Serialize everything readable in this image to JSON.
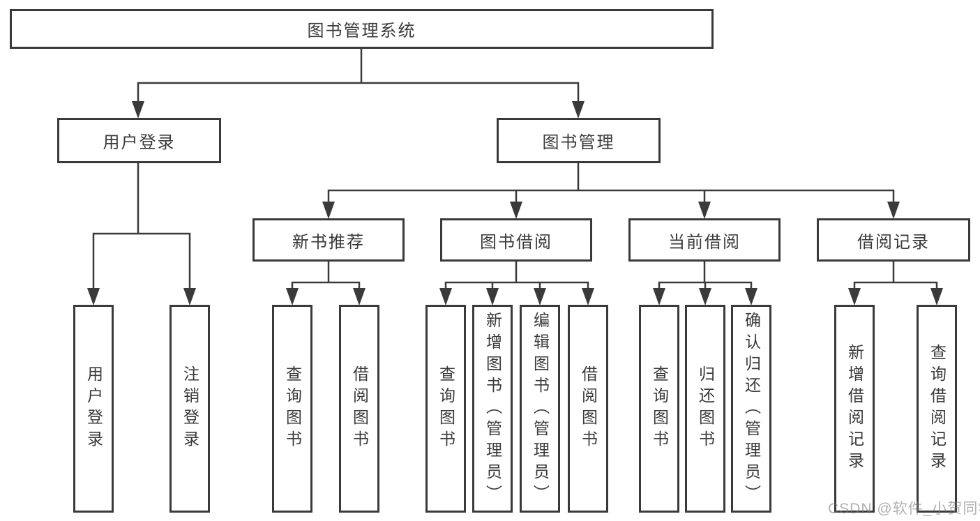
{
  "watermark": {
    "text": "CSDN @软件_小贺同学"
  },
  "colors": {
    "line": "#3a3a3a",
    "text": "#3a3a3a",
    "background": "#ffffff",
    "watermark": "#7d7d7d"
  },
  "tree": {
    "root": {
      "label": "图书管理系统"
    },
    "children": [
      {
        "label": "用户登录",
        "children": [
          {
            "label": "用户登录"
          },
          {
            "label": "注销登录"
          }
        ]
      },
      {
        "label": "图书管理",
        "children": [
          {
            "label": "新书推荐",
            "children": [
              {
                "label": "查询图书"
              },
              {
                "label": "借阅图书"
              }
            ]
          },
          {
            "label": "图书借阅",
            "children": [
              {
                "label": "查询图书"
              },
              {
                "label": "新增图书（管理员）"
              },
              {
                "label": "编辑图书（管理员）"
              },
              {
                "label": "借阅图书"
              }
            ]
          },
          {
            "label": "当前借阅",
            "children": [
              {
                "label": "查询图书"
              },
              {
                "label": "归还图书"
              },
              {
                "label": "确认归还（管理员）"
              }
            ]
          },
          {
            "label": "借阅记录",
            "children": [
              {
                "label": "新增借阅记录"
              },
              {
                "label": "查询借阅记录"
              }
            ]
          }
        ]
      }
    ]
  }
}
